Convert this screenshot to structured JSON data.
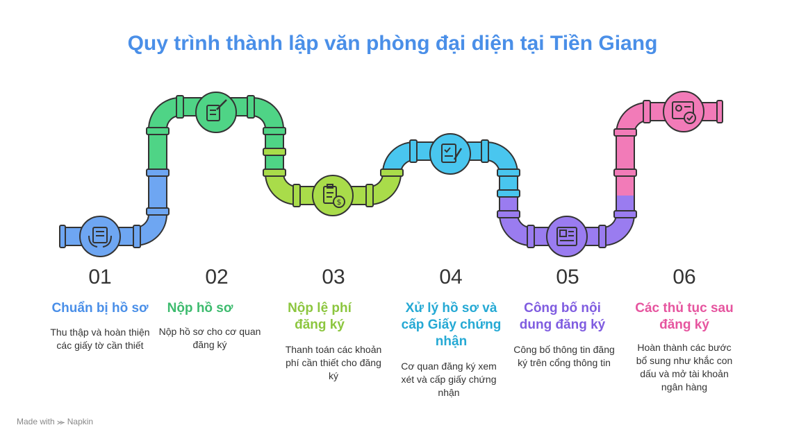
{
  "title": "Quy trình thành lập văn phòng đại diện tại Tiền Giang",
  "steps": [
    {
      "number": "01",
      "title": "Chuẩn bị hồ sơ",
      "description": "Thu thập và hoàn thiện các giấy tờ cần thiết",
      "color": "#4a8fe8",
      "icon": "hands-document-icon"
    },
    {
      "number": "02",
      "title": "Nộp hồ sơ",
      "description": "Nộp hồ sơ cho cơ quan đăng ký",
      "color": "#3dbb6e",
      "icon": "document-pen-icon"
    },
    {
      "number": "03",
      "title": "Nộp lệ phí đăng ký",
      "description": "Thanh toán các khoản phí cần thiết cho đăng ký",
      "color": "#8cc63f",
      "icon": "clipboard-dollar-icon"
    },
    {
      "number": "04",
      "title": "Xử lý hồ sơ và cấp Giấy chứng nhận",
      "description": "Cơ quan đăng ký xem xét và cấp giấy chứng nhận",
      "color": "#25a9d4",
      "icon": "document-check-icon"
    },
    {
      "number": "05",
      "title": "Công bố nội dung đăng ký",
      "description": "Công bố thông tin đăng ký trên cổng thông tin",
      "color": "#7f5ce0",
      "icon": "newspaper-icon"
    },
    {
      "number": "06",
      "title": "Các thủ tục sau đăng ký",
      "description": "Hoàn thành các bước bổ sung như khắc con dấu và mở tài khoản ngân hàng",
      "color": "#e6559f",
      "icon": "id-card-check-icon"
    }
  ],
  "footer": {
    "made_with": "Made with",
    "brand": "Napkin"
  }
}
